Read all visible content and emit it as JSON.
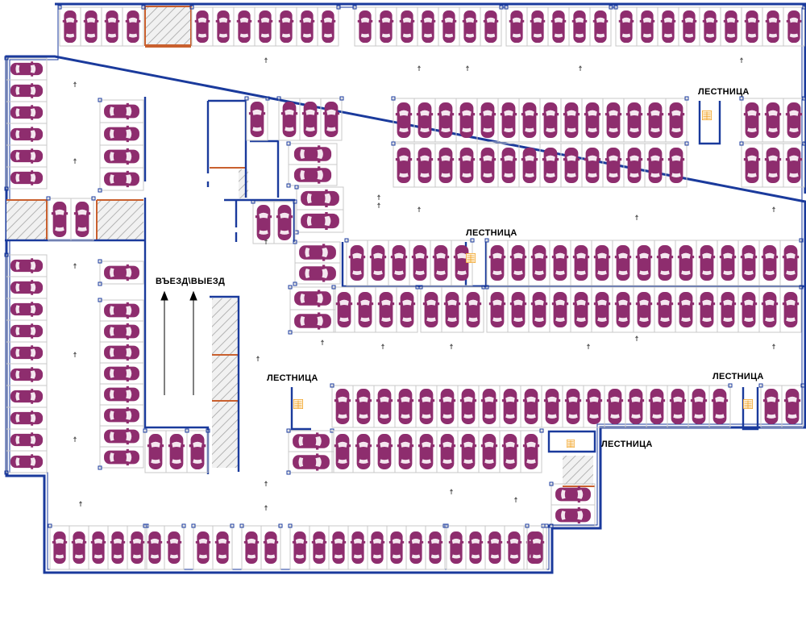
{
  "labels": {
    "entrance": "ВЪЕЗД\\ВЫЕЗД",
    "stair_top_right": "ЛЕСТНИЦА",
    "stair_middle": "ЛЕСТНИЦА",
    "stair_left": "ЛЕСТНИЦА",
    "stair_right": "ЛЕСТНИЦА",
    "stair_bottom": "ЛЕСТНИЦА"
  },
  "colors": {
    "wall": "#1a3a9c",
    "car": "#8e2d6e",
    "stall_line": "#c8c8c8",
    "partition": "#c9602e",
    "hatch": "#9a9a9a",
    "stair": "#f0a020"
  },
  "icons": {
    "car": "car-topview-icon",
    "stair": "staircase-icon",
    "arrow": "traffic-arrow-icon"
  }
}
